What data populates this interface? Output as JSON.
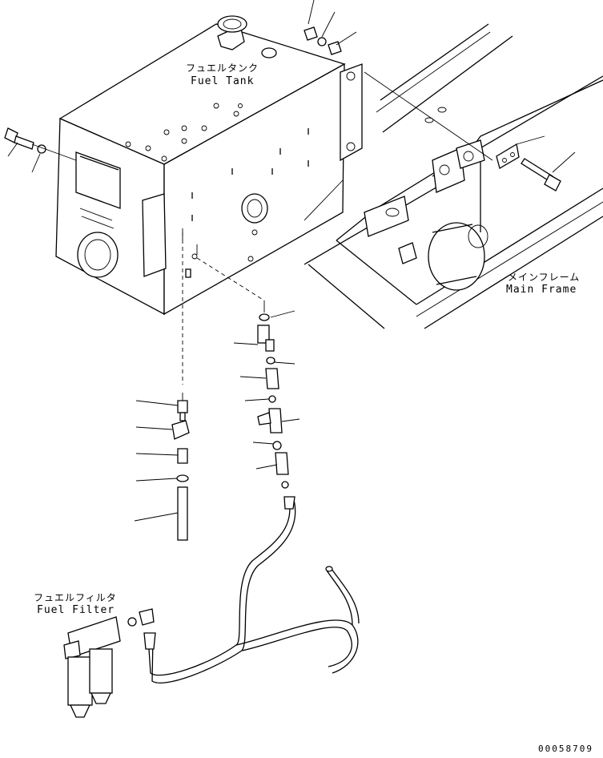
{
  "labels": {
    "fuel_tank_jp": "フュエルタンク",
    "fuel_tank_en": "Fuel Tank",
    "main_frame_jp": "メインフレーム",
    "main_frame_en": "Main Frame",
    "fuel_filter_jp": "フュエルフィルタ",
    "fuel_filter_en": "Fuel Filter",
    "drawing_code": "00058709"
  }
}
